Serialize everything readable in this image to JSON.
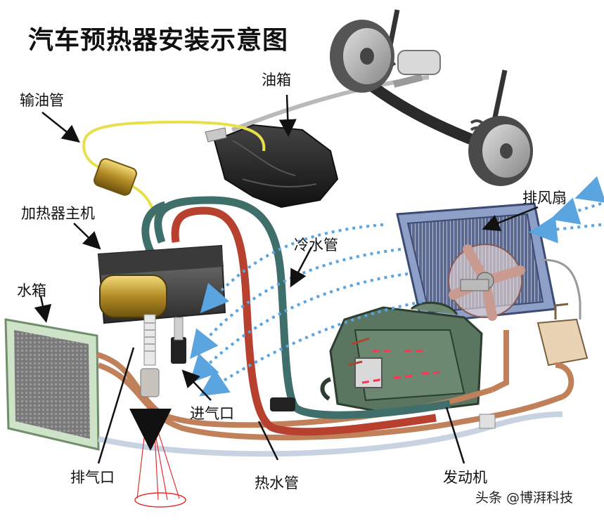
{
  "title": "汽车预热器安装示意图",
  "labels": {
    "fuel_tank": "油箱",
    "fuel_pipe": "输油管",
    "heater_main": "加热器主机",
    "radiator_fan": "排风扇",
    "cold_water_pipe": "冷水管",
    "water_tank": "水箱",
    "air_inlet": "进气口",
    "exhaust": "排气口",
    "hot_water_pipe": "热水管",
    "engine": "发动机"
  },
  "watermark": "头条 @博湃科技",
  "colors": {
    "hot_pipe": "#b8402f",
    "cold_pipe": "#3f6f6a",
    "copper_pipe": "#c0805a",
    "fuel_line": "#e8e04a",
    "airflow": "#5aa4e0",
    "radiator_blue": "#6f86b8",
    "engine_green": "#4f6b52"
  }
}
